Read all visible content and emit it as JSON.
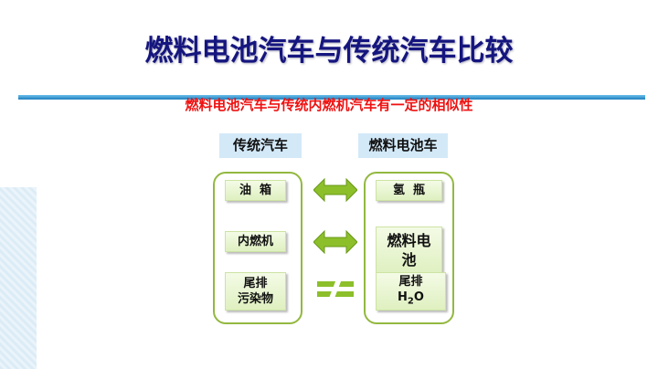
{
  "title": "燃料电池汽车与传统汽车比较",
  "subtitle": "燃料电池汽车与传统内燃机汽车有一定的相似性",
  "left": {
    "header": "传统汽车",
    "items": [
      "油  箱",
      "内燃机",
      "尾排",
      "污染物"
    ]
  },
  "right": {
    "header": "燃料电池车",
    "items": [
      "氢  瓶",
      "燃料电",
      "池",
      "尾排",
      "H",
      "2",
      "O"
    ]
  },
  "relations": [
    "equivalent",
    "equivalent",
    "not-equal"
  ],
  "colors": {
    "title": "#15157f",
    "subtitle": "#ee1111",
    "accent": "#93b840"
  }
}
